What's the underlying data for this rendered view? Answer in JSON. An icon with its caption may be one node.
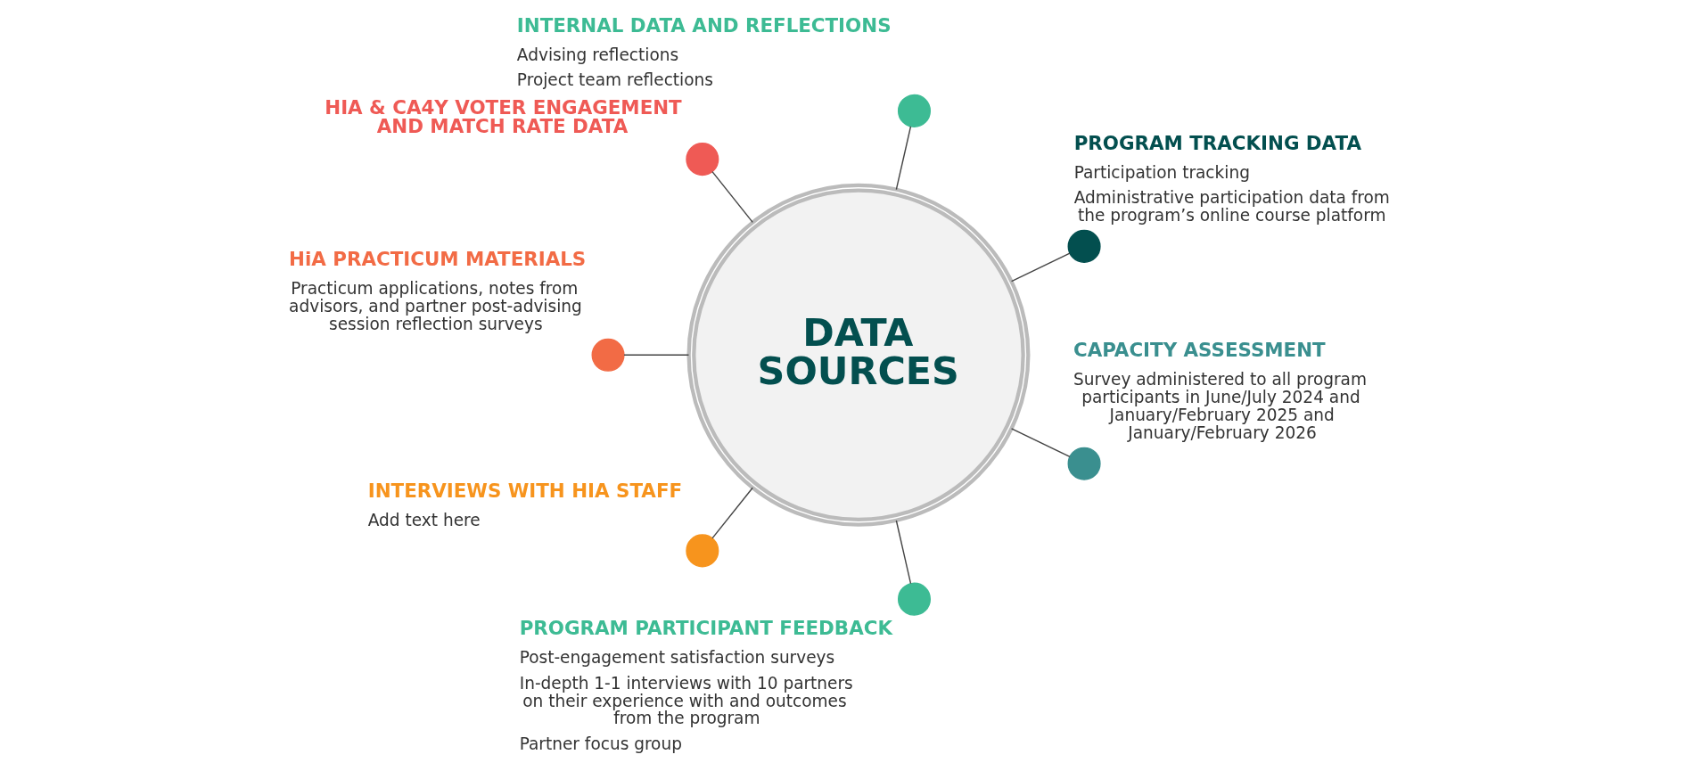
{
  "diagram": {
    "nodes": [
      {
        "text": [
          "DATA SOURCES"
        ]
      },
      {
        "text": [],
        "shape": "circle",
        "beside": [
          "PROGRAM TRACKING DATA",
          "Participation tracking",
          "Administrative participation data from the program’s online course platform"
        ]
      },
      {
        "text": [],
        "shape": "circle",
        "beside": [
          "INTERNAL DATA AND REFLECTIONS",
          "Advising reflections",
          "Project team reflections"
        ]
      },
      {
        "text": [],
        "shape": "circle",
        "beside": [
          "HIA & CA4Y VOTER ENGAGEMENT AND MATCH RATE DATA"
        ]
      },
      {
        "text": [],
        "shape": "circle",
        "beside": [
          "HiA PRACTICUM MATERIALS",
          "Practicum applications, notes from advisors, and partner post-advising session reflection surveys"
        ]
      },
      {
        "text": [],
        "shape": "circle",
        "beside": [
          "INTERVIEWS WITH HIA STAFF",
          "Add text here"
        ]
      },
      {
        "text": [],
        "shape": "circle",
        "beside": [
          "PROGRAM PARTICIPANT FEEDBACK",
          "Post-engagement satisfaction surveys",
          "In-depth 1-1 interviews with 10 partners on their experience with and outcomes from the program",
          "Partner focus group"
        ]
      },
      {
        "text": [],
        "shape": "circle",
        "beside": [
          "CAPACITY ASSESSMENT",
          "Survey administered to all program participants in June/July 2024 and January/February 2025 and January/February 2026"
        ]
      }
    ],
    "edges": [
      {
        "from": 0,
        "to": 1,
        "arrow": "none"
      },
      {
        "from": 0,
        "to": 2,
        "arrow": "none"
      },
      {
        "from": 0,
        "to": 3,
        "arrow": "none"
      },
      {
        "from": 0,
        "to": 4,
        "arrow": "none"
      },
      {
        "from": 0,
        "to": 5,
        "arrow": "none"
      },
      {
        "from": 0,
        "to": 6,
        "arrow": "none"
      },
      {
        "from": 0,
        "to": 7,
        "arrow": "none"
      }
    ]
  }
}
